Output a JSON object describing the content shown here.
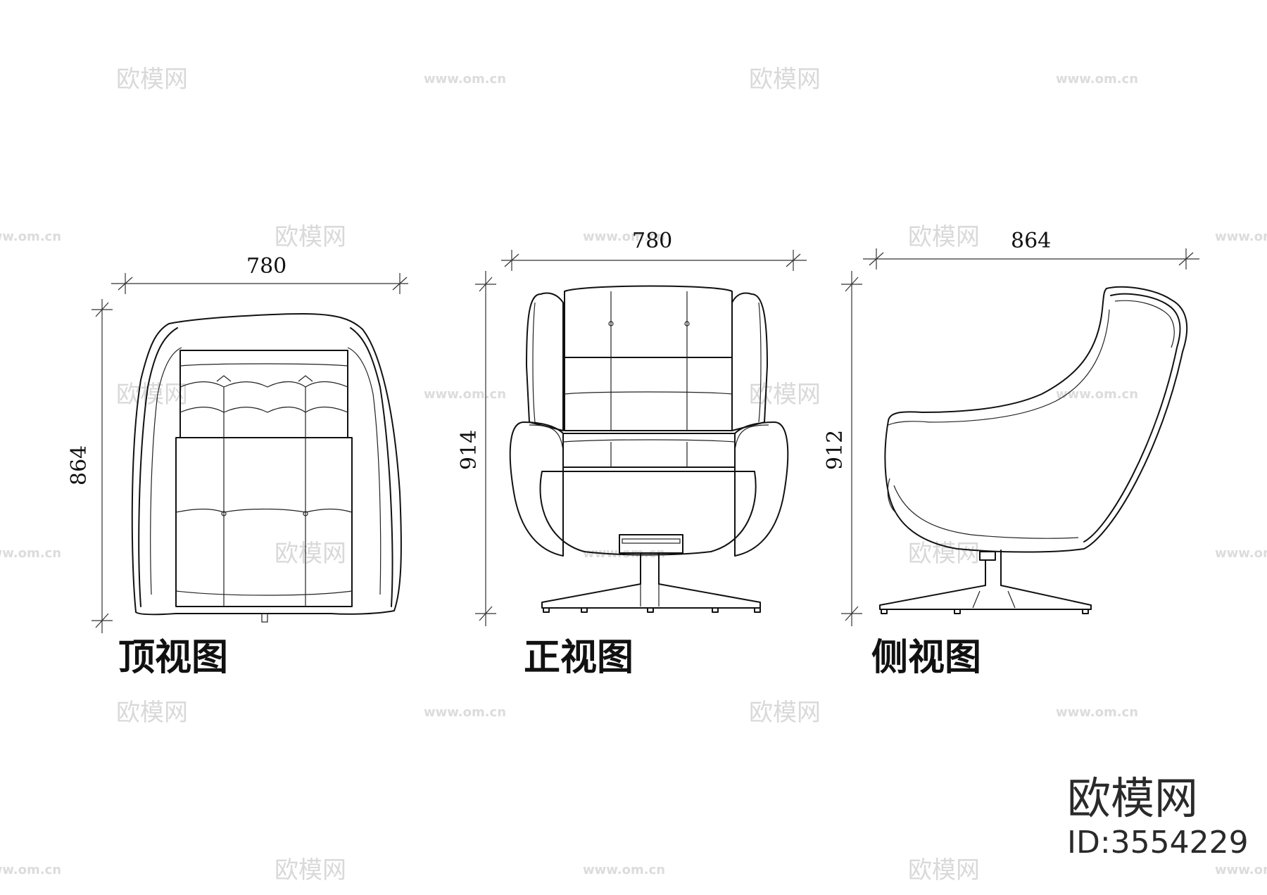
{
  "watermarks": {
    "logo_text": "欧模网",
    "url_text": "www.om.cn"
  },
  "views": {
    "top": {
      "label": "顶视图",
      "width": "780",
      "depth": "864"
    },
    "front": {
      "label": "正视图",
      "width": "780",
      "height": "914"
    },
    "side": {
      "label": "侧视图",
      "depth": "864",
      "height": "912"
    }
  },
  "brand": {
    "name": "欧模网",
    "id_text": "ID:3554229"
  }
}
